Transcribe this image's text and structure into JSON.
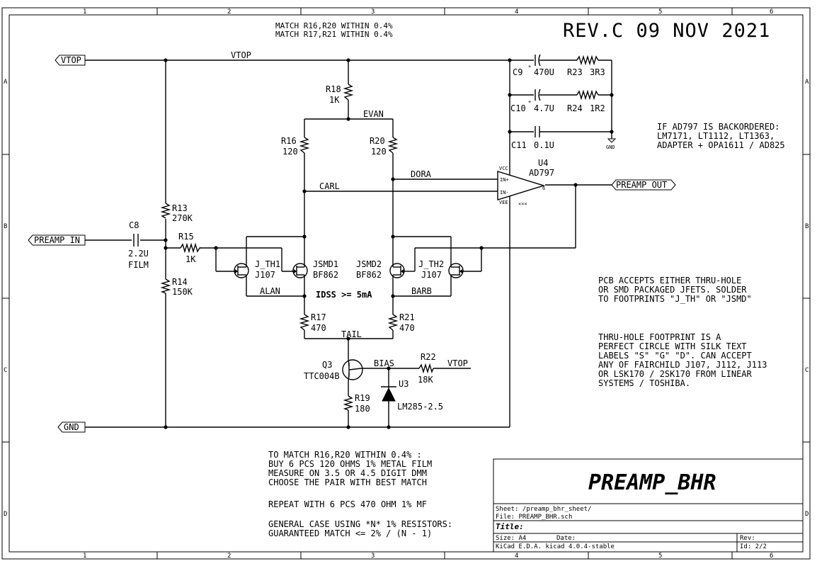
{
  "revision": "REV.C  09 NOV 2021",
  "match_notes": [
    "MATCH R16,R20 WITHIN 0.4%",
    "MATCH R17,R21 WITHIN 0.4%"
  ],
  "border": {
    "columns": [
      "1",
      "2",
      "3",
      "4",
      "5",
      "6"
    ],
    "rows": [
      "A",
      "B",
      "C",
      "D"
    ]
  },
  "ports": {
    "vtop": "VTOP",
    "preamp_in": "PREAMP_IN",
    "gnd": "GND",
    "preamp_out": "PREAMP_OUT"
  },
  "nets": {
    "vtop": "VTOP",
    "evan": "EVAN",
    "dora": "DORA",
    "carl": "CARL",
    "alan": "ALAN",
    "barb": "BARB",
    "tail": "TAIL",
    "bias": "BIAS",
    "vtop2": "VTOP",
    "gnd_symbol": "GND"
  },
  "components": {
    "r13": {
      "ref": "R13",
      "value": "270K"
    },
    "r14": {
      "ref": "R14",
      "value": "150K"
    },
    "r15": {
      "ref": "R15",
      "value": "1K"
    },
    "r16": {
      "ref": "R16",
      "value": "120"
    },
    "r17": {
      "ref": "R17",
      "value": "470"
    },
    "r18": {
      "ref": "R18",
      "value": "1K"
    },
    "r19": {
      "ref": "R19",
      "value": "180"
    },
    "r20": {
      "ref": "R20",
      "value": "120"
    },
    "r21": {
      "ref": "R21",
      "value": "470"
    },
    "r22": {
      "ref": "R22",
      "value": "18K"
    },
    "r23": {
      "ref": "R23",
      "value": "3R3"
    },
    "r24": {
      "ref": "R24",
      "value": "1R2"
    },
    "c8": {
      "ref": "C8",
      "value": "2.2U",
      "value2": "FILM"
    },
    "c9": {
      "ref": "C9",
      "value": "470U"
    },
    "c10": {
      "ref": "C10",
      "value": "4.7U"
    },
    "c11": {
      "ref": "C11",
      "value": "0.1U"
    },
    "jth1": {
      "ref": "J_TH1",
      "value": "J107"
    },
    "jsmd1": {
      "ref": "JSMD1",
      "value": "BF862"
    },
    "jsmd2": {
      "ref": "JSMD2",
      "value": "BF862"
    },
    "jth2": {
      "ref": "J_TH2",
      "value": "J107"
    },
    "q3": {
      "ref": "Q3",
      "value": "TTC004B"
    },
    "u3": {
      "ref": "U3",
      "value": "LM285-2.5"
    },
    "u4": {
      "ref": "U4",
      "value": "AD797",
      "vcc": "VCC",
      "vee": "VEE",
      "inp": "IN+",
      "inn": "IN-"
    }
  },
  "idss_note": "IDSS >= 5mA",
  "backorder_note": [
    "IF AD797 IS BACKORDERED:",
    "LM7171, LT1112, LT1363,",
    "ADAPTER + OPA1611 / AD825"
  ],
  "pcb_note": [
    "PCB ACCEPTS EITHER THRU-HOLE",
    "OR SMD PACKAGED JFETS.  SOLDER",
    "TO FOOTPRINTS \"J_TH\" OR \"JSMD\""
  ],
  "thru_note": [
    "THRU-HOLE FOOTPRINT IS A",
    "PERFECT CIRCLE WITH SILK TEXT",
    "LABELS \"S\" \"G\" \"D\". CAN ACCEPT",
    "ANY OF FAIRCHILD J107, J112, J113",
    "OR LSK170 / 2SK170 FROM LINEAR",
    "SYSTEMS / TOSHIBA."
  ],
  "match_procedure": [
    "TO MATCH R16,R20 WITHIN 0.4% :",
    "BUY 6 PCS 120 OHMS 1% METAL FILM",
    "MEASURE ON 3.5 OR 4.5 DIGIT DMM",
    "CHOOSE THE PAIR WITH BEST MATCH"
  ],
  "repeat_note": "REPEAT WITH 6 PCS 470 OHM 1% MF",
  "general_note": [
    "GENERAL CASE USING *N* 1% RESISTORS:",
    "GUARANTEED MATCH <= 2% / (N - 1)"
  ],
  "title_block": {
    "name": "PREAMP_BHR",
    "sheet": "Sheet: /preamp_bhr_sheet/",
    "file": "File: PREAMP_BHR.sch",
    "title": "Title:",
    "size": "Size: A4",
    "date": "Date:",
    "rev": "Rev:",
    "tool": "KiCad E.D.A.  kicad 4.0.4-stable",
    "id": "Id: 2/2"
  },
  "colors": {
    "line": "#000000",
    "background": "#ffffff"
  }
}
